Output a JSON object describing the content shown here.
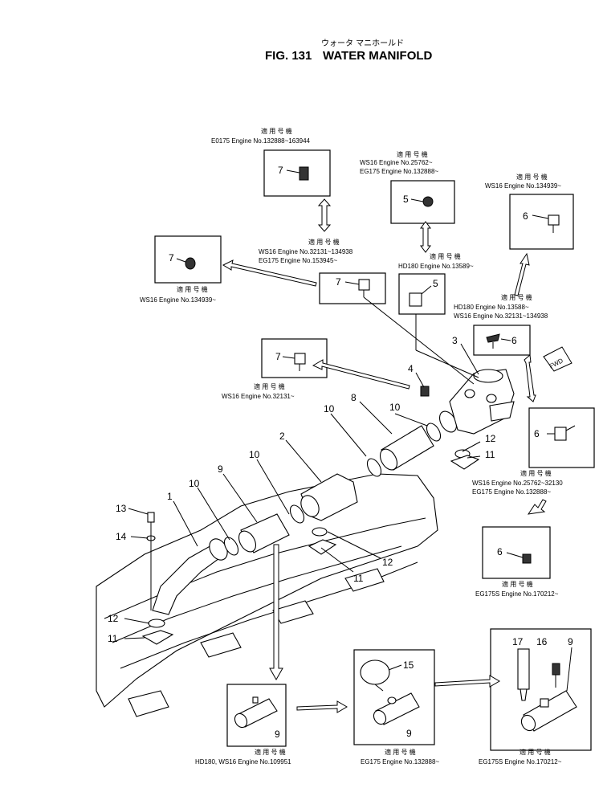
{
  "title": {
    "japanese": "ウォータ マニホールド",
    "fig": "FIG. 131",
    "name": "WATER MANIFOLD"
  },
  "applicability_heading": "適 用 号 機",
  "applicability_notes": [
    {
      "id": "n1",
      "lines": [
        "E0175 Engine No.132888~163944"
      ]
    },
    {
      "id": "n2",
      "lines": [
        "WS16  Engine No.25762~",
        "EG175  Engine No.132888~"
      ]
    },
    {
      "id": "n3",
      "lines": [
        "WS16  Engine No.134939~"
      ]
    },
    {
      "id": "n4",
      "lines": [
        "WS16  Engine No.32131~134938",
        "EG175  Engine No.153945~"
      ]
    },
    {
      "id": "n5",
      "lines": [
        "WS16  Engine No.134939~"
      ]
    },
    {
      "id": "n6",
      "lines": [
        "HD180  Engine No.13589~"
      ]
    },
    {
      "id": "n7",
      "lines": [
        "HD180  Engine No.13588~",
        "WS16  Engine No.32131~134938"
      ]
    },
    {
      "id": "n8",
      "lines": [
        "WS16  Engine No.32131~"
      ]
    },
    {
      "id": "n9",
      "lines": [
        "WS16  Engine No.25762~32130",
        "EG175  Engine No.132888~"
      ]
    },
    {
      "id": "n10",
      "lines": [
        "EG175S  Engine No.170212~"
      ]
    },
    {
      "id": "n11",
      "lines": [
        "HD180, WS16  Engine No.109951"
      ]
    },
    {
      "id": "n12",
      "lines": [
        "EG175  Engine No.132888~"
      ]
    },
    {
      "id": "n13",
      "lines": [
        "EG175S  Engine No.170212~"
      ]
    }
  ],
  "fwd_label": "FWD",
  "part_numbers": {
    "p1": "1",
    "p2": "2",
    "p3": "3",
    "p4": "4",
    "p5": "5",
    "p6": "6",
    "p7": "7",
    "p8": "8",
    "p9": "9",
    "p10": "10",
    "p11": "11",
    "p12": "12",
    "p13": "13",
    "p14": "14",
    "p15": "15",
    "p16": "16",
    "p17": "17"
  }
}
